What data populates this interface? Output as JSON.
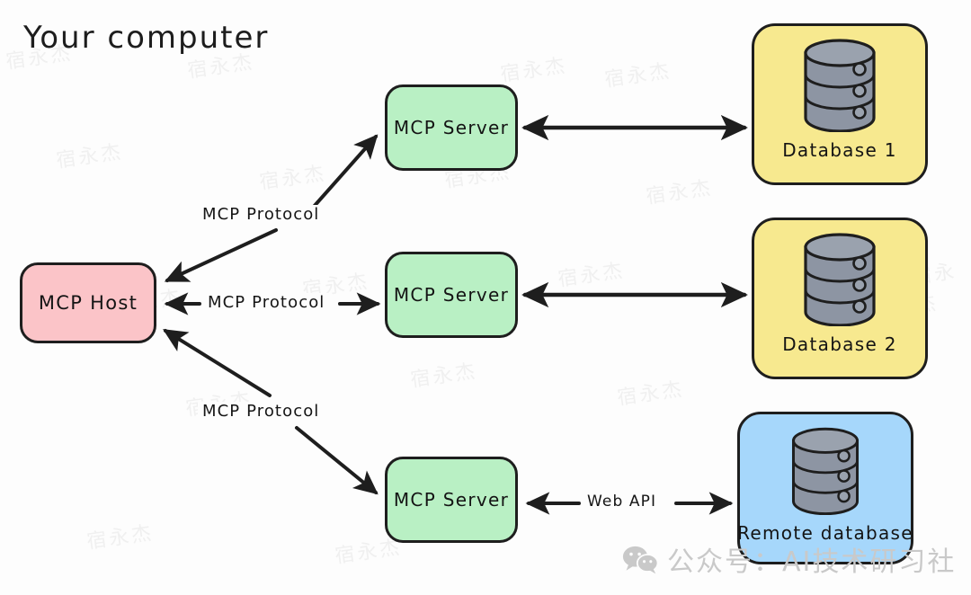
{
  "diagram": {
    "title": "Your computer",
    "nodes": {
      "host": {
        "label": "MCP Host",
        "color": "#fbc4c8"
      },
      "servers": [
        {
          "label": "MCP Server",
          "color": "#b9f0c4"
        },
        {
          "label": "MCP Server",
          "color": "#b9f0c4"
        },
        {
          "label": "MCP Server",
          "color": "#b9f0c4"
        }
      ],
      "databases": [
        {
          "label": "Database 1",
          "color": "#f7e98f",
          "icon": "database-cylinder-icon"
        },
        {
          "label": "Database 2",
          "color": "#f7e98f",
          "icon": "database-cylinder-icon"
        },
        {
          "label": "Remote database",
          "color": "#a6d7fb",
          "icon": "database-cylinder-icon"
        }
      ]
    },
    "edges": [
      {
        "label": "MCP Protocol",
        "from": "MCP Host",
        "to": "MCP Server",
        "direction": "bidirectional"
      },
      {
        "label": "MCP Protocol",
        "from": "MCP Host",
        "to": "MCP Server",
        "direction": "bidirectional"
      },
      {
        "label": "MCP Protocol",
        "from": "MCP Host",
        "to": "MCP Server",
        "direction": "bidirectional"
      },
      {
        "label": "",
        "from": "MCP Server",
        "to": "Database 1",
        "direction": "bidirectional"
      },
      {
        "label": "",
        "from": "MCP Server",
        "to": "Database 2",
        "direction": "bidirectional"
      },
      {
        "label": "Web API",
        "from": "MCP Server",
        "to": "Remote database",
        "direction": "bidirectional"
      }
    ],
    "stroke_color": "#1e1e1e",
    "cylinder_color": "#8d95a3"
  },
  "watermark": {
    "text": "公众号：AI技术研习社",
    "icon": "wechat-icon",
    "faint": "宿永杰"
  }
}
